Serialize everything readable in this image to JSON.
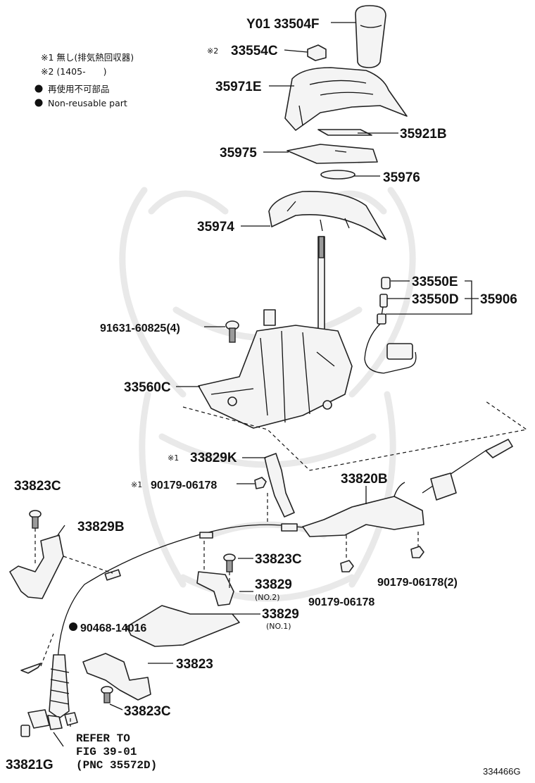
{
  "notes": {
    "note1": "※1 無し(排気熱回収器)",
    "note2": "※2 (1405-　　)",
    "nonreusable_jp": "再使用不可部品",
    "nonreusable_en": "Non-reusable part"
  },
  "labels": {
    "p33504F": "Y01 33504F",
    "p33554C": "33554C",
    "p33554C_mark": "※2",
    "p35971E": "35971E",
    "p35921B": "35921B",
    "p35975": "35975",
    "p35976": "35976",
    "p35974": "35974",
    "p33550E": "33550E",
    "p33550D": "33550D",
    "p35906": "35906",
    "p91631": "91631-60825(4)",
    "p33560C": "33560C",
    "p33829K": "33829K",
    "p33829K_mark": "※1",
    "p90179a": "90179-06178",
    "p90179a_mark": "※1",
    "p33820B": "33820B",
    "p33823C_a": "33823C",
    "p33829B": "33829B",
    "p33823C_b": "33823C",
    "p33829_no2": "33829",
    "p33829_no2_sub": "(NO.2)",
    "p90179b": "90179-06178",
    "p90179c": "90179-06178(2)",
    "p33829_no1": "33829",
    "p33829_no1_sub": "(NO.1)",
    "p90468": "90468-14016",
    "p33823": "33823",
    "p33823C_c": "33823C",
    "refer1": "REFER TO",
    "refer2": "FIG 39-01",
    "refer3": "(PNC 35572D)",
    "p33821G": "33821G",
    "figure_code": "334466G"
  }
}
